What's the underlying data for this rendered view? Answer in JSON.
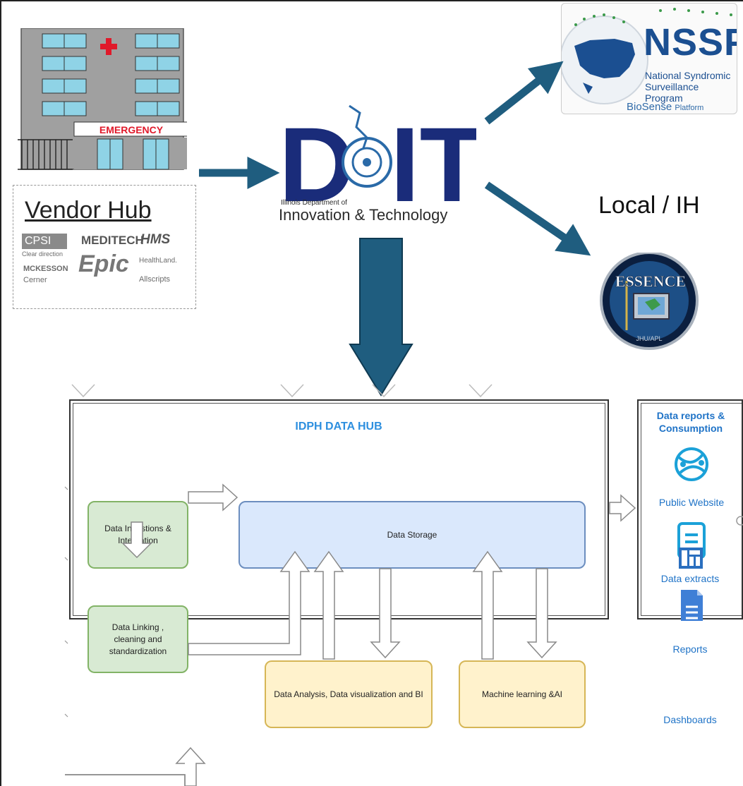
{
  "hospital": {
    "sign": "EMERGENCY"
  },
  "vendor_hub": {
    "title": "Vendor Hub",
    "logos": [
      "CPSI",
      "MEDITECH",
      "HMS",
      "Epic",
      "HealthLand.",
      "MCKESSON",
      "Cerner",
      "Allscripts"
    ],
    "cpsi_tagline": "Clear direction"
  },
  "doit": {
    "letters_left": "D",
    "letters_right": "IT",
    "small": "Illinois Department of",
    "caption": "Innovation & Technology"
  },
  "nssp": {
    "title": "NSSP",
    "subtitle_1": "National Syndromic",
    "subtitle_2": "Surveillance Program",
    "platform": "BioSense",
    "platform_suffix": "Platform"
  },
  "local_label": "Local / IH",
  "essence": {
    "label": "ESSENCE",
    "footer": "JHU/APL"
  },
  "hub": {
    "title": "IDPH DATA HUB",
    "boxes": {
      "ingestion": "Data Ingestions & Integration",
      "storage": "Data Storage",
      "linking": "Data Linking , cleaning and standardization",
      "analysis": "Data Analysis, Data visualization and BI",
      "ml": "Machine learning &AI"
    }
  },
  "consumption": {
    "title": "Data reports & Consumption",
    "items": [
      "Public Website",
      "Data extracts",
      "Reports",
      "Dashboards"
    ]
  },
  "colors": {
    "arrow": "#1f5d7f",
    "hub_title": "#2d8fdf",
    "panel_blue": "#1f73c7",
    "green_fill": "#d8ead3",
    "blue_fill": "#dae8fc",
    "yellow_fill": "#fff2cc"
  }
}
